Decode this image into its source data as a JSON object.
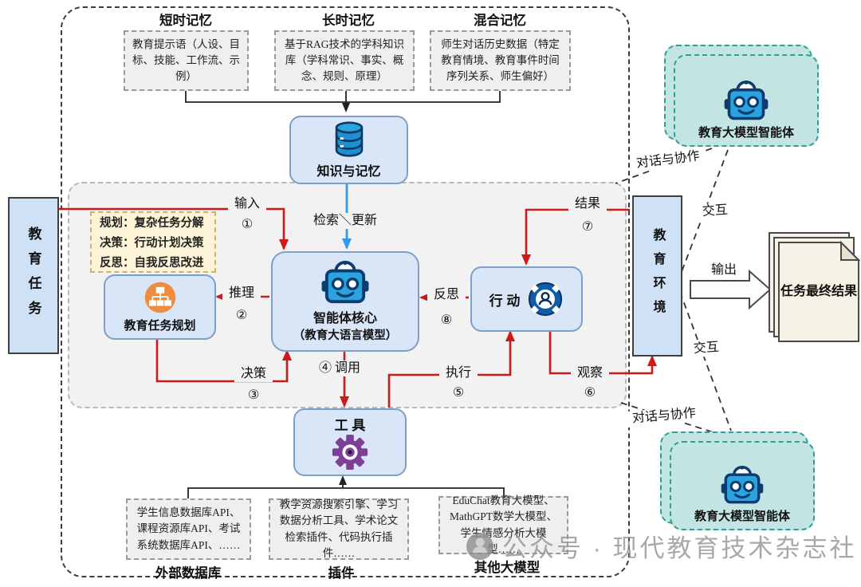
{
  "colors": {
    "node_fill": "#d9e6f7",
    "node_border": "#7f9fc6",
    "side_fill": "#cfe2f5",
    "region_fill": "#f2f2f3",
    "red_arrow": "#cc1a1a",
    "blue_arrow": "#2e9bf0",
    "teal_fill": "#c2e5e3",
    "teal_border": "#2f9e96",
    "yellow_fill": "#fdf4d7",
    "orange_icon": "#ee8d3d",
    "purple_icon": "#7d3f98",
    "robot_blue": "#2aa3de",
    "doc_fill": "#f6f3e6"
  },
  "memory": {
    "sections": [
      {
        "title": "短时记忆",
        "content": "教育提示语（人设、目标、技能、工作流、示例）"
      },
      {
        "title": "长时记忆",
        "content": "基于RAG技术的学科知识库（学科常识、事实、概念、规则、原理）"
      },
      {
        "title": "混合记忆",
        "content": "师生对话历史数据（特定教育情境、教育事件时间序列关系、师生偏好）"
      }
    ]
  },
  "core": {
    "knowledge_title": "知识与记忆",
    "retrieve_label": "检索＼更新",
    "agent_title": "智能体核心",
    "agent_subtitle": "（教育大语言模型）",
    "planning_title": "教育任务规划",
    "action_title": "行 动",
    "tools_title": "工 具"
  },
  "sides": {
    "task": "教育任务",
    "env": "教育环境"
  },
  "planning_notes": [
    "规划：复杂任务分解",
    "决策：行动计划决策",
    "反思：自我反思改进"
  ],
  "edges": {
    "input": {
      "label": "输入",
      "num": "①"
    },
    "reason": {
      "label": "推理",
      "num": "②"
    },
    "decision": {
      "label": "决策",
      "num": "③"
    },
    "call": {
      "label": "④ 调用"
    },
    "execute": {
      "label": "执行",
      "num": "⑤"
    },
    "observe": {
      "label": "观察",
      "num": "⑥"
    },
    "result": {
      "label": "结果",
      "num": "⑦"
    },
    "reflect": {
      "label": "反思",
      "num": "⑧"
    },
    "dialog_top": "对话与协作",
    "dialog_bottom": "对话与协作",
    "interact_top": "交互",
    "interact_bottom": "交互",
    "output": "输出"
  },
  "externals": {
    "boxes": [
      {
        "content": "学生信息数据库API、课程资源库API、考试系统数据库API、……",
        "label": "外部数据库"
      },
      {
        "content": "教学资源搜索引擎、学习数据分析工具、学术论文检索插件、代码执行插件……",
        "label": "插件"
      },
      {
        "content": "EduChat教育大模型、MathGPT数学大模型、学生情感分析大模型……",
        "label": "其他大模型"
      }
    ]
  },
  "agents": {
    "label": "教育大模型智能体"
  },
  "result_doc": {
    "label": "任务最终结果"
  },
  "watermark": {
    "text": "公众号 · 现代教育技术杂志社"
  }
}
